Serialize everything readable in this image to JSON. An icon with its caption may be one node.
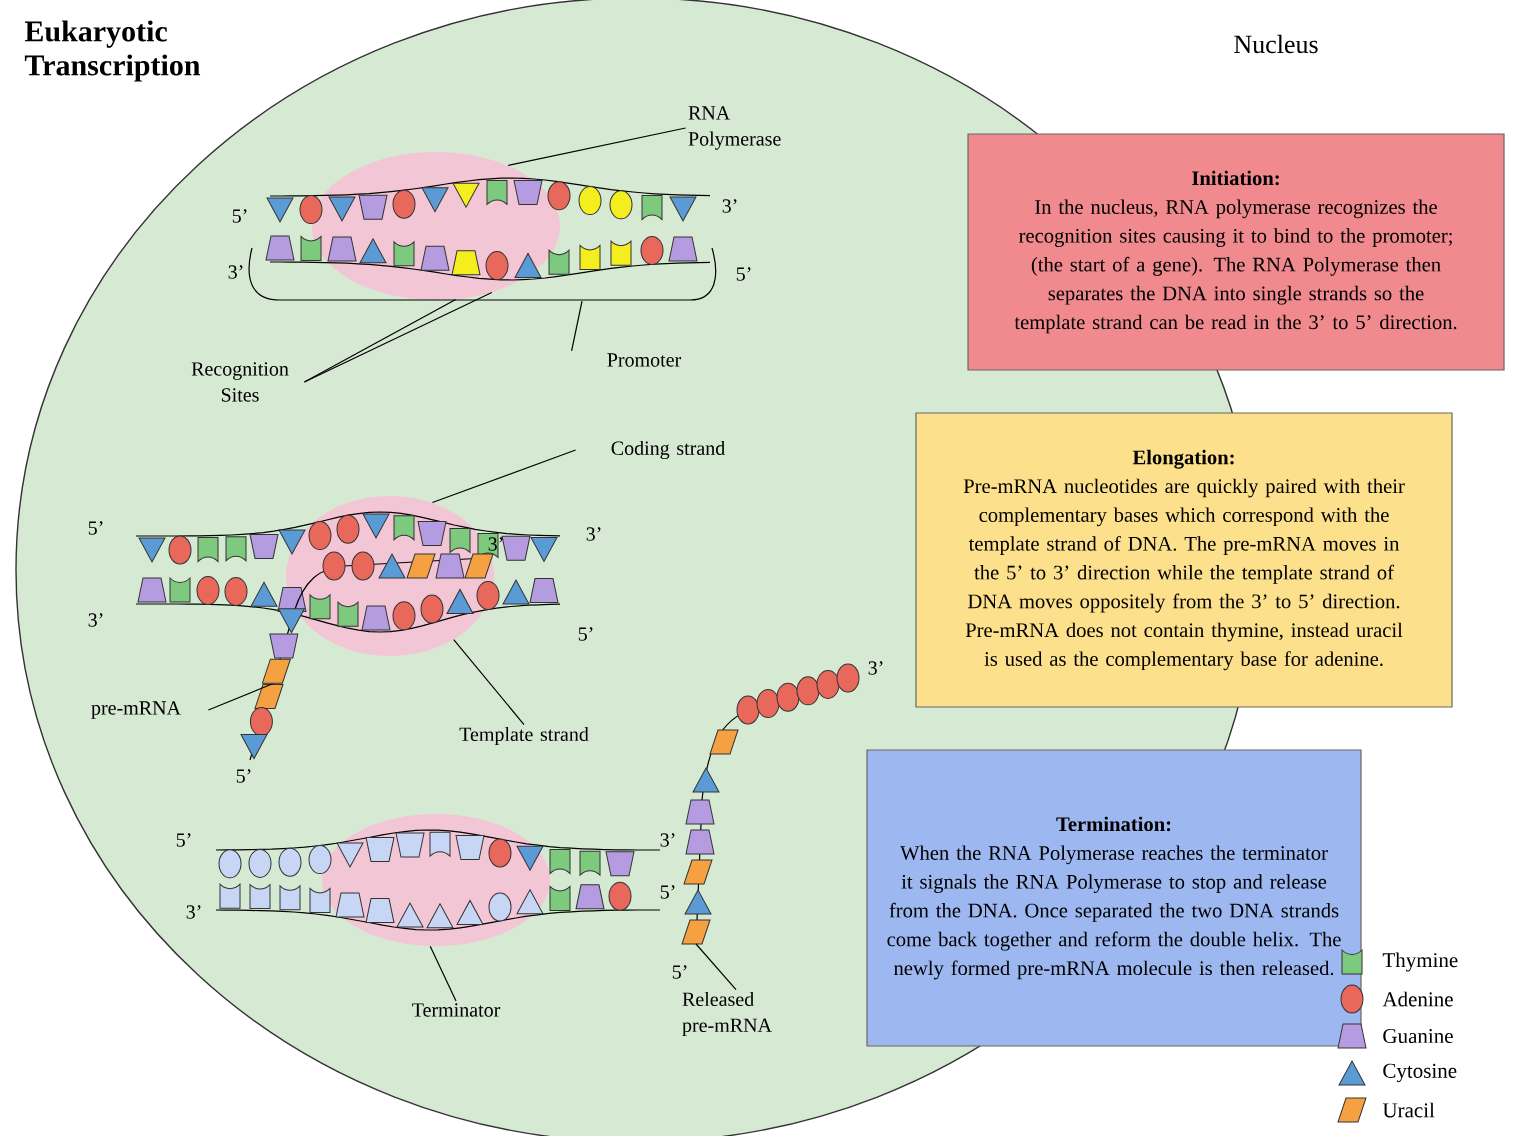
{
  "diagram": {
    "title": "Eukaryotic Transcription",
    "nodes": [
      {
        "text": [
          "Nucleus"
        ]
      },
      {
        "text": [
          "RNA Polymerase"
        ],
        "in": 0
      },
      {
        "text": [
          "Recognition Sites"
        ],
        "in": 0
      },
      {
        "text": [
          "Promoter"
        ],
        "in": 0
      },
      {
        "text": [
          "Coding strand"
        ],
        "in": 0
      },
      {
        "text": [
          "pre-mRNA"
        ],
        "in": 0
      },
      {
        "text": [
          "Template strand"
        ],
        "in": 0
      },
      {
        "text": [
          "Terminator"
        ],
        "in": 0
      },
      {
        "text": [
          "Released pre-mRNA"
        ],
        "in": 0
      },
      {
        "text": [
          "Initiation:",
          "In the nucleus, RNA polymerase recognizes the recognition sites causing it to bind to the promoter; (the start of a gene).  The RNA Polymerase then separates the DNA into single strands so the template strand can be read in the 3’ to 5’ direction."
        ]
      },
      {
        "text": [
          "Elongation:",
          "Pre-mRNA nucleotides are quickly paired with their complementary bases which correspond with the template strand of DNA.  The pre-mRNA moves in the 5’ to 3’ direction while the template strand of DNA moves oppositely from the 3’ to 5’ direction.  Pre-mRNA does not contain thymine, instead uracil is used as the complementary base for adenine."
        ]
      },
      {
        "text": [
          "Termination:",
          "When the RNA Polymerase reaches the terminator it signals the RNA Polymerase to stop and release from the DNA.  Once separated the two DNA strands come back together and reform the double helix.  The newly formed pre-mRNA molecule is then released."
        ]
      },
      {
        "text": [],
        "shape": "ellipse",
        "in": 0
      },
      {
        "text": [],
        "shape": "bracket",
        "in": 0
      },
      {
        "text": [],
        "shape": "ellipse",
        "in": 0
      },
      {
        "text": [],
        "shape": "strand",
        "in": 0
      },
      {
        "text": [],
        "shape": "ellipse",
        "in": 0
      },
      {
        "text": [],
        "shape": "strand",
        "in": 0
      }
    ],
    "edges": [
      {
        "from": 1,
        "to": 12,
        "arrow": "none"
      },
      {
        "from": 2,
        "to": 12,
        "arrow": "none"
      },
      {
        "from": 2,
        "to": 12,
        "arrow": "none"
      },
      {
        "from": 3,
        "to": 13,
        "arrow": "none"
      },
      {
        "from": 4,
        "to": 14,
        "arrow": "none"
      },
      {
        "from": 5,
        "to": 15,
        "arrow": "none"
      },
      {
        "from": 6,
        "to": 14,
        "arrow": "none"
      },
      {
        "from": 7,
        "to": 16,
        "arrow": "none"
      },
      {
        "from": 8,
        "to": 17,
        "arrow": "none"
      }
    ],
    "labels": [
      "5’",
      "3’",
      "3’",
      "5’",
      "5’",
      "3’",
      "3’",
      "3’",
      "5’",
      "3’",
      "5’",
      "5’",
      "3’",
      "5’",
      "3’",
      "5’"
    ],
    "legend": [
      {
        "text": "Thymine"
      },
      {
        "text": "Adenine"
      },
      {
        "text": "Guanine"
      },
      {
        "text": "Cytosine"
      },
      {
        "text": "Uracil"
      }
    ]
  }
}
